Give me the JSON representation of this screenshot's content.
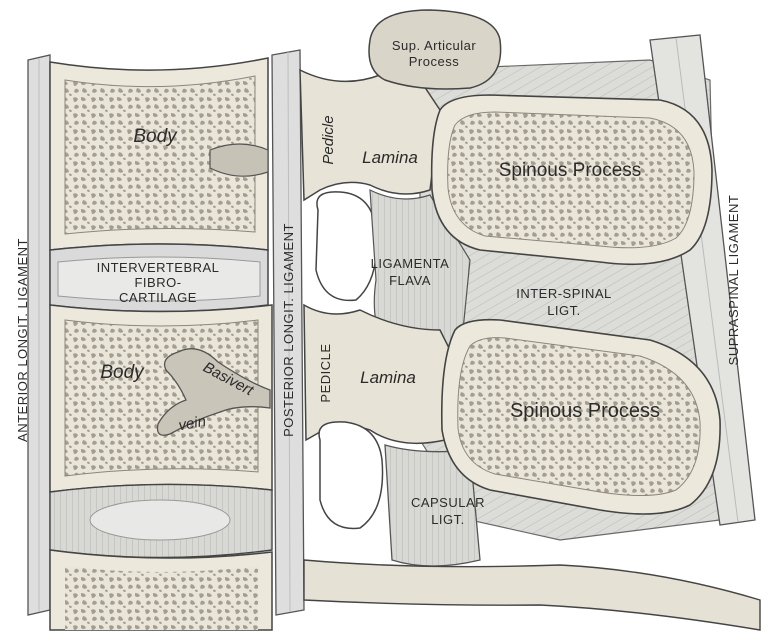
{
  "labels": {
    "sup_articular": [
      "Sup. Articular",
      "Process"
    ],
    "body_upper": "Body",
    "body_lower": "Body",
    "intervertebral": [
      "INTERVERTEBRAL",
      "FIBRO-",
      "CARTILAGE"
    ],
    "anterior_ligament": "ANTERIOR  LONGIT.  LIGAMENT",
    "posterior_ligament": "POSTERIOR  LONGIT.  LIGAMENT",
    "pedicle_upper": "Pedicle",
    "pedicle_lower": "PEDICLE",
    "lamina_upper": "Lamina",
    "lamina_lower": "Lamina",
    "ligamenta_flava": [
      "LIGAMENTA",
      "FLAVA"
    ],
    "spinous_upper": "Spinous Process",
    "spinous_lower": "Spinous Process",
    "interspinal": [
      "INTER-SPINAL",
      "LIGT."
    ],
    "capsular": [
      "CAPSULAR",
      "LIGT."
    ],
    "basivert": [
      "Basivert",
      "vein"
    ],
    "supraspinal": "SUPRASPINAL  LIGAMENT"
  },
  "colors": {
    "bone": "#e7e3d6",
    "cancellous": "#bdb7aa",
    "ligament": "#d6d6d2",
    "outline": "#4a4a4a",
    "disc": "#dcdcd8"
  }
}
